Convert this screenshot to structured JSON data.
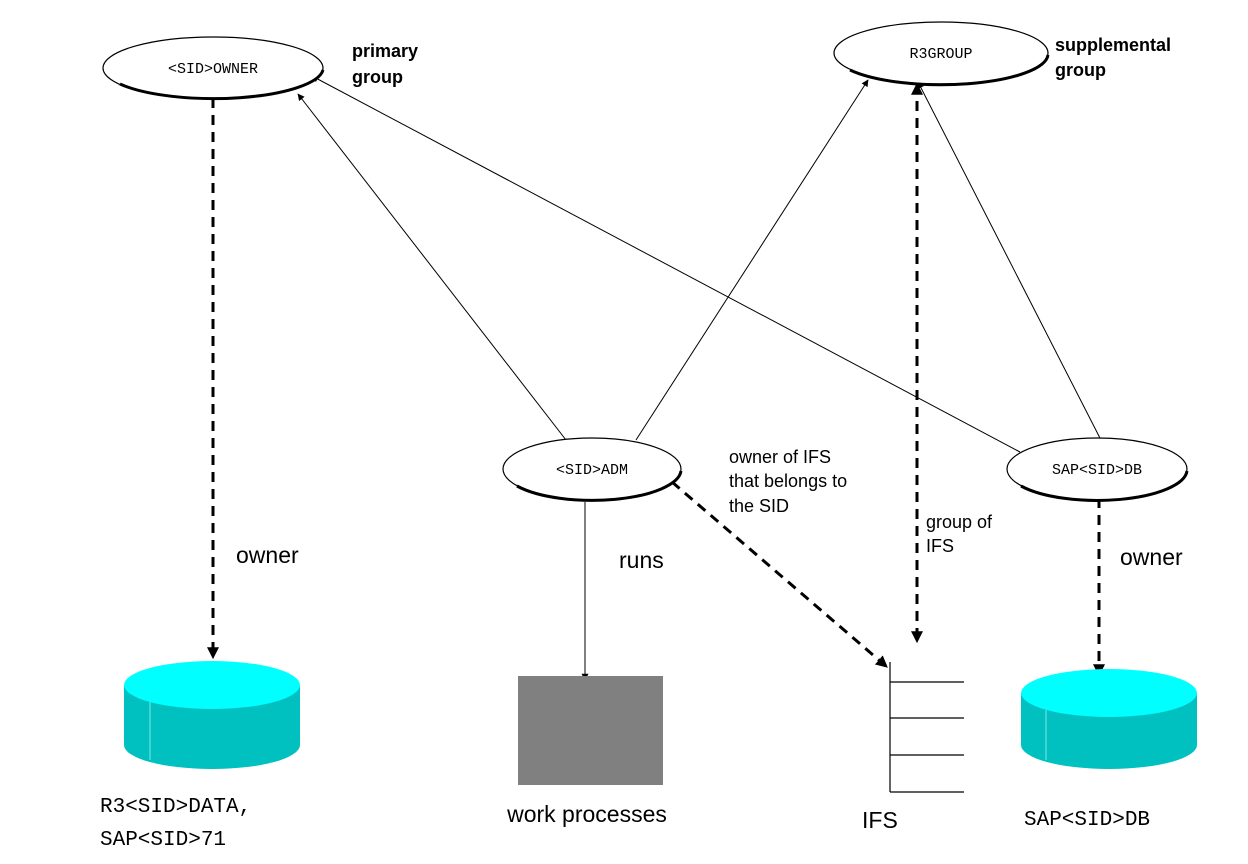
{
  "nodes": {
    "sid_owner": "<SID>OWNER",
    "r3group": "R3GROUP",
    "sid_adm": "<SID>ADM",
    "sap_sid_db": "SAP<SID>DB"
  },
  "labels": {
    "primary_group": [
      "primary",
      "group"
    ],
    "supplemental_group": [
      "supplemental",
      "group"
    ],
    "owner_left": "owner",
    "owner_right": "owner",
    "runs": "runs",
    "owner_of_ifs": [
      "owner of IFS",
      "that belongs to",
      "the SID"
    ],
    "group_of_ifs": [
      "group of",
      "IFS"
    ]
  },
  "captions": {
    "data_lib": [
      "R3<SID>DATA,",
      "SAP<SID>71"
    ],
    "work_processes": "work processes",
    "ifs": "IFS",
    "db_lib": "SAP<SID>DB"
  },
  "colors": {
    "cylinder_top": "#00ffff",
    "cylinder_body": "#00c0c0",
    "work_box": "#808080",
    "line": "#000000"
  },
  "icons": {
    "left_cylinder": "database-cylinder-icon",
    "right_cylinder": "database-cylinder-icon",
    "work_box": "process-box-icon",
    "ifs": "folder-tree-icon"
  }
}
